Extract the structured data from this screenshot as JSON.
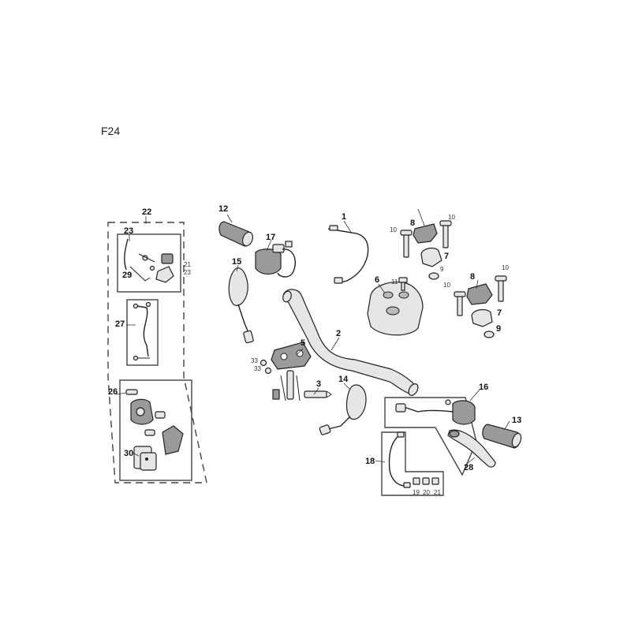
{
  "figure_code": "F24",
  "callouts": {
    "c1": "1",
    "c2": "2",
    "c3": "3",
    "c5": "5",
    "c6": "6",
    "c7a": "7",
    "c7b": "7",
    "c8a": "8",
    "c8b": "8",
    "c9a": "9",
    "c9b": "9",
    "c10a": "10",
    "c10b": "10",
    "c10c": "10",
    "c10d": "10",
    "c11": "11",
    "c12": "12",
    "c13": "13",
    "c14": "14",
    "c15": "15",
    "c16": "16",
    "c17": "17",
    "c18": "18",
    "c19": "19",
    "c20": "20",
    "c21": "21",
    "c21b": "21",
    "c22": "22",
    "c23": "23",
    "c23b": "23",
    "c26": "26",
    "c27": "27",
    "c28": "28",
    "c29": "29",
    "c30": "30",
    "c33a": "33",
    "c33b": "33"
  }
}
